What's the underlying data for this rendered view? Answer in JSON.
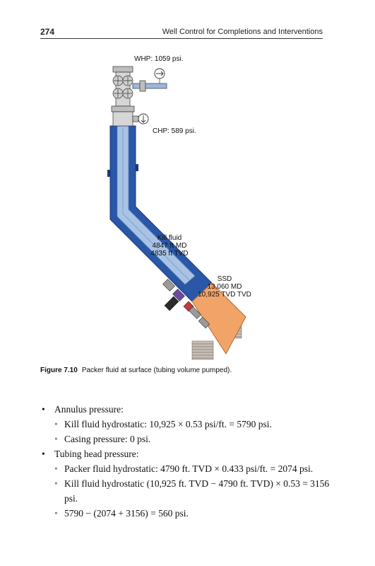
{
  "header": {
    "page_number": "274",
    "running_title": "Well Control for Completions and Interventions"
  },
  "figure": {
    "whp_label": "WHP: 1059 psi.",
    "chp_label": "CHP: 589 psi.",
    "kill_fluid": {
      "line1": "Kill fluid",
      "line2": "4847 ft MD",
      "line3": "4835 ft TVD"
    },
    "ssd": {
      "line1": "SSD",
      "line2": "13,060 MD",
      "line3": "10,925 TVD TVD"
    },
    "colors": {
      "casing_blue": "#2a57a8",
      "tubing_light": "#a9c3e4",
      "packer_fluid": "#f2a468",
      "hardware_grey": "#9b9b9b"
    }
  },
  "caption": {
    "number": "Figure 7.10",
    "text": "Packer fluid at surface (tubing volume pumped)."
  },
  "list": {
    "item1": {
      "label": "Annulus pressure:",
      "sub1": "Kill fluid hydrostatic: 10,925 × 0.53 psi/ft. = 5790 psi.",
      "sub2": "Casing pressure: 0 psi."
    },
    "item2": {
      "label": "Tubing head pressure:",
      "sub1": "Packer fluid hydrostatic: 4790 ft. TVD × 0.433 psi/ft. = 2074 psi.",
      "sub2": "Kill fluid hydrostatic (10,925 ft. TVD − 4790 ft. TVD) × 0.53 = 3156 psi.",
      "sub3": "5790 − (2074 + 3156) = 560 psi."
    }
  }
}
